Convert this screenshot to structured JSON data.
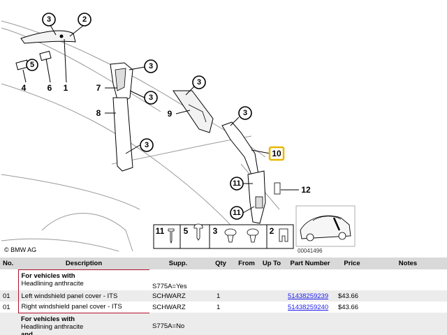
{
  "diagram": {
    "copyright": "© BMW AG",
    "diagram_number": "00041496",
    "callouts": [
      "1",
      "2",
      "3",
      "4",
      "5",
      "6",
      "7",
      "8",
      "9",
      "10",
      "11",
      "12"
    ],
    "legend": [
      "11",
      "5",
      "3",
      "2"
    ]
  },
  "table": {
    "headers": {
      "no": "No.",
      "description": "Description",
      "supp": "Supp.",
      "qty": "Qty",
      "from": "From",
      "upto": "Up To",
      "part_number": "Part Number",
      "price": "Price",
      "notes": "Notes"
    },
    "group1": {
      "title": "For vehicles with",
      "subtitle": "Headlining anthracite",
      "supp": "S775A=Yes"
    },
    "rows": [
      {
        "no": "01",
        "description": "Left windshield panel cover - ITS",
        "supp": "SCHWARZ",
        "qty": "1",
        "part_number": "51438259239",
        "price": "$43.66"
      },
      {
        "no": "01",
        "description": "Right windshield panel cover - ITS",
        "supp": "SCHWARZ",
        "qty": "1",
        "part_number": "51438259240",
        "price": "$43.66"
      }
    ],
    "group2": {
      "title": "For vehicles with",
      "subtitle": "Headlining anthracite",
      "supp": "S775A=No",
      "extra": "and"
    }
  },
  "colors": {
    "highlight": "#e8b800",
    "header_bg": "#d9d9d9",
    "link": "#1a1aee",
    "red_outline": "#b01030"
  }
}
